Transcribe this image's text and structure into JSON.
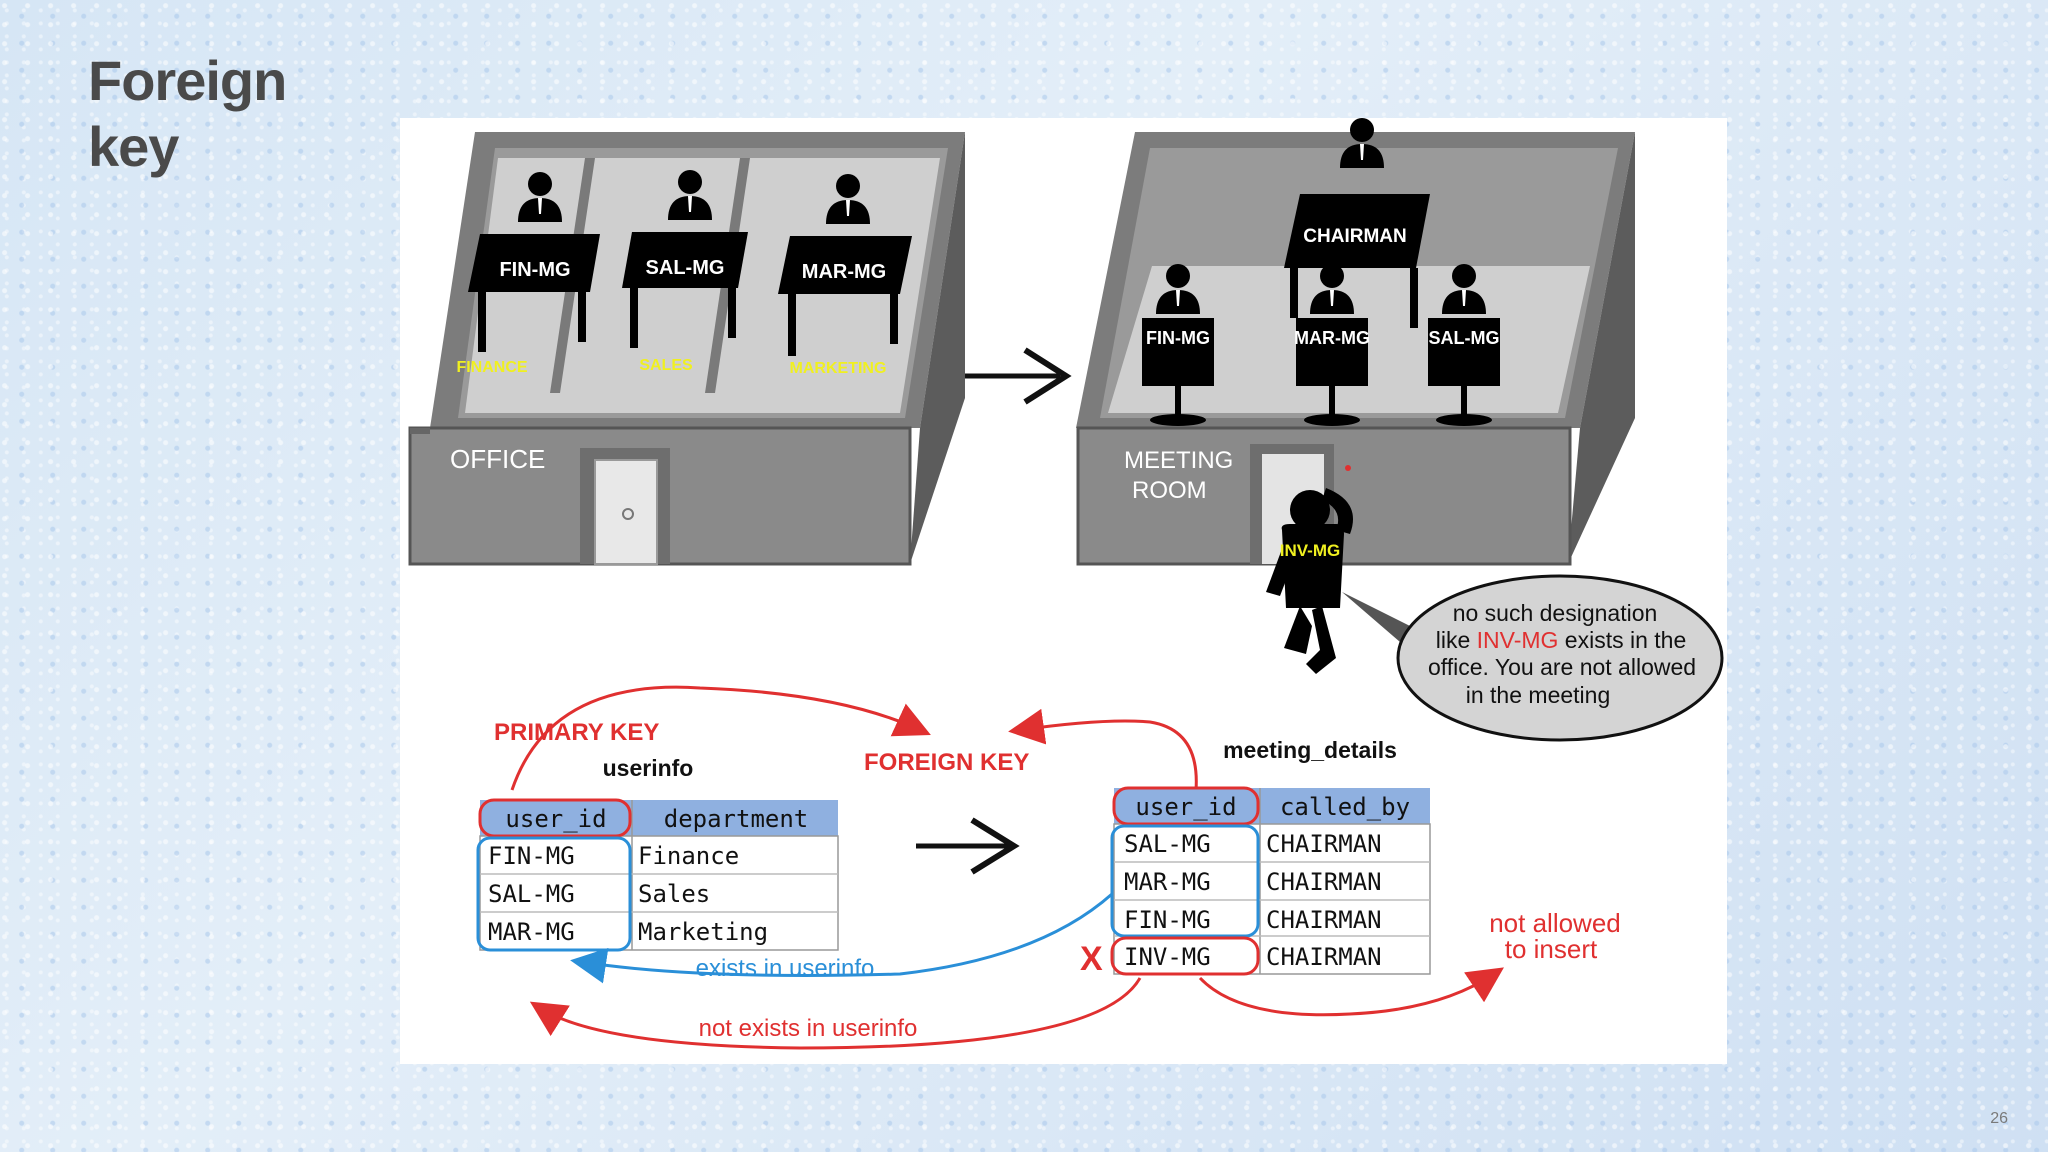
{
  "slide": {
    "title": "Foreign key",
    "page_number": "26"
  },
  "office": {
    "label": "OFFICE",
    "managers": [
      "FIN-MG",
      "SAL-MG",
      "MAR-MG"
    ],
    "departments": [
      "FINANCE",
      "SALES",
      "MARKETING"
    ]
  },
  "meeting_room": {
    "label_line1": "MEETING",
    "label_line2": "ROOM",
    "chairman": "CHAIRMAN",
    "attendees": [
      "FIN-MG",
      "MAR-MG",
      "SAL-MG"
    ],
    "intruder": "INV-MG"
  },
  "speech_bubble": {
    "line1": "no such designation",
    "line2_pre": "like ",
    "line2_highlight": "INV-MG",
    "line2_post": " exists in the",
    "line3": "office. You are not allowed",
    "line4": "in  the meeting"
  },
  "labels": {
    "primary_key": "PRIMARY KEY",
    "foreign_key": "FOREIGN KEY",
    "exists": "exists in userinfo",
    "not_exists": "not exists in userinfo",
    "not_allowed_1": "not allowed",
    "not_allowed_2": "to insert",
    "reject_mark": "X"
  },
  "userinfo": {
    "name": "userinfo",
    "headers": [
      "user_id",
      "department"
    ],
    "rows": [
      [
        "FIN-MG",
        "Finance"
      ],
      [
        "SAL-MG",
        "Sales"
      ],
      [
        "MAR-MG",
        "Marketing"
      ]
    ]
  },
  "meeting_details": {
    "name": "meeting_details",
    "headers": [
      "user_id",
      "called_by"
    ],
    "rows": [
      [
        "SAL-MG",
        "CHAIRMAN"
      ],
      [
        "MAR-MG",
        "CHAIRMAN"
      ],
      [
        "FIN-MG",
        "CHAIRMAN"
      ],
      [
        "INV-MG",
        "CHAIRMAN"
      ]
    ]
  },
  "colors": {
    "wall": "#8a8a8a",
    "wall_dark": "#5c5c5c",
    "floor": "#c8c8c8",
    "key_red": "#e03030",
    "link_blue": "#2a8fd8",
    "header_blue": "#8fb0e0",
    "dept_yellow": "#f0f020"
  }
}
